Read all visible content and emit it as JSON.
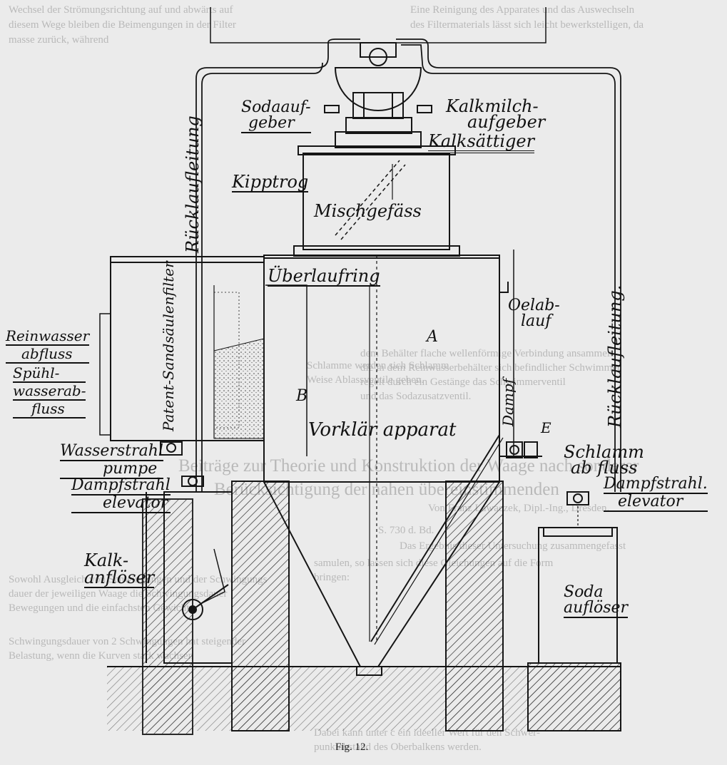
{
  "figure": {
    "caption": "Fig. 12.",
    "labels": {
      "sodaaufgeber": [
        "Sodaauf-",
        "geber"
      ],
      "kalkmilch": [
        "Kalkmilch-",
        "aufgeber"
      ],
      "kalksattiger": "Kalksättiger",
      "kipptrog": "Kipptrog",
      "mischgefass": "Mischgefäss",
      "ruecklauf_left": "Rücklaufleitung",
      "ueberlaufring": "Überlaufring",
      "oelablauf": [
        "Oelab-",
        "lauf"
      ],
      "sandfilter": "Patent-Sandsäulenfilter",
      "reinwasser": [
        "Reinwasser",
        "abfluss"
      ],
      "spuelwasser": [
        "Spühl-",
        "wasserab-",
        "fluss"
      ],
      "letter_b": "B",
      "letter_a": "A",
      "vorklaer": "Vorklär apparat",
      "dampf": "Dampf",
      "letter_e": "E",
      "ruecklauf_right": "Rücklaufleitung.",
      "wasserstrahl": [
        "Wasserstrahl",
        "pumpe"
      ],
      "schlamm": [
        "Schlamm",
        "ab fluss"
      ],
      "dampf_left": [
        "Dampfstrahl",
        "elevator"
      ],
      "dampf_right": [
        "Dampfstrahl.",
        "elevator"
      ],
      "kalk": [
        "Kalk-",
        "anflöser"
      ],
      "soda": [
        "Soda",
        "auflöser"
      ]
    }
  },
  "background_text": [
    "Eine Reinigung des Apparates und das Auswechseln",
    "des Filtermaterials lässt sich leicht bewerkstelligen, da",
    "Wechsel der Strömungsrichtung auf und abwärts auf",
    "diesem Wege bleiben die Beimengungen in der Filter",
    "masse zurück, während",
    "dem Behälter flache wellenförmige Verbindung ansammelt.",
    "die in dem Reinwasserbehälter sich befindlicher Schwimmer",
    "regelt durch ein Gestänge das Schwimmerventil",
    "und das Sodazusatzventil.",
    "Schlamme werden sich Schlamm",
    "Weise Ablassventile geben.",
    "Beiträge zur Theorie und Konstruktion der Waage nach sonderer",
    "Berücksichtigung der nahen übereinstimmenden",
    "Von Franz Lawaczek, Dipl.-Ing., Dresden.",
    "S. 730 d. Bd.",
    "samulen, so lassen sich diese Gleichungen auf die Form",
    "bringen:",
    "Dabei kann unter c ein ideeller Wert für den Schwer-",
    "punktabstand des Oberbalkens werden.",
    "Das Ergebnis dieser Untersuchung zusammengefasst",
    "Sowohl Ausgleich von Schwingungen und der Schwingungs",
    "dauer der jeweiligen Waage die Schwingungsdauer",
    "Bewegungen und die einfachsten Gewichte",
    "Schwingungsdauer von 2 Schwingungen hat steigender",
    "Belastung, wenn die Kurven stark wachsen"
  ]
}
